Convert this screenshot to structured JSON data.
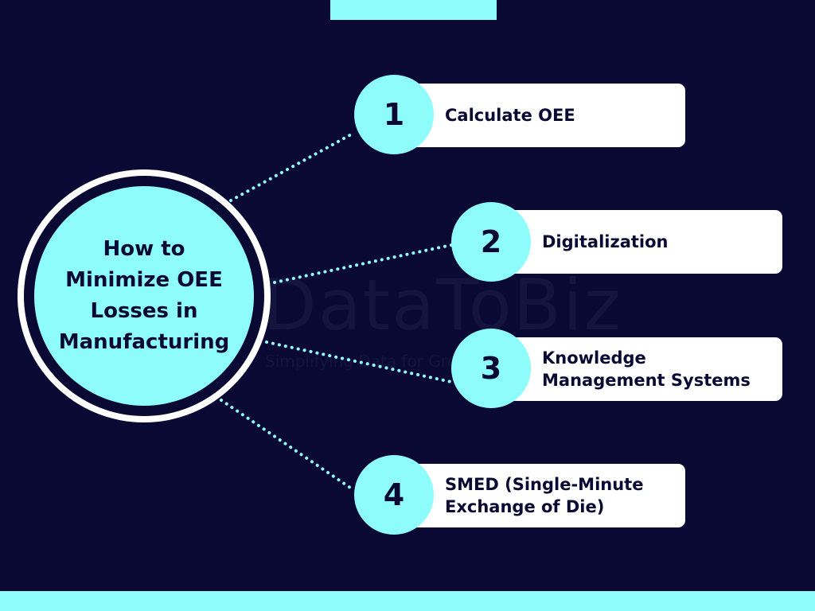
{
  "colors": {
    "background": "#0a0933",
    "accent": "#8ffcfc",
    "card": "#ffffff",
    "text": "#0a0933"
  },
  "hub": {
    "title": "How to Minimize OEE Losses in Manufacturing"
  },
  "steps": [
    {
      "number": "1",
      "label": "Calculate OEE"
    },
    {
      "number": "2",
      "label": "Digitalization"
    },
    {
      "number": "3",
      "label": "Knowledge Management Systems"
    },
    {
      "number": "4",
      "label": "SMED (Single-Minute Exchange of Die)"
    }
  ],
  "watermark": {
    "brand": "DataToBiz",
    "tagline": "Simplifying Data for Growth"
  }
}
